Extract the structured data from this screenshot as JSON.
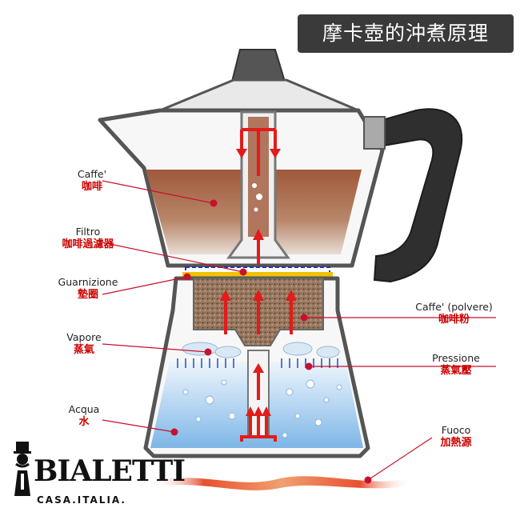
{
  "title": "摩卡壺的沖煮原理",
  "labels": {
    "caffe": {
      "it": "Caffe'",
      "zh": "咖啡"
    },
    "filtro": {
      "it": "Filtro",
      "zh": "咖啡過濾器"
    },
    "guarnizione": {
      "it": "Guarnizione",
      "zh": "墊圈"
    },
    "vapore": {
      "it": "Vapore",
      "zh": "蒸氣"
    },
    "acqua": {
      "it": "Acqua",
      "zh": "水"
    },
    "caffe_polvere": {
      "it": "Caffe' (polvere)",
      "zh": "咖啡粉"
    },
    "pressione": {
      "it": "Pressione",
      "zh": "蒸氣壓"
    },
    "fuoco": {
      "it": "Fuoco",
      "zh": "加熱源"
    }
  },
  "brand": {
    "name": "BIALETTI",
    "tagline": "CASA.ITALIA."
  },
  "colors": {
    "coffee": "#8a4a2c",
    "water": "#9cc8ee",
    "arrow": "#e21b1b",
    "leader": "#c8102e",
    "grounds": "#7a5a42"
  }
}
